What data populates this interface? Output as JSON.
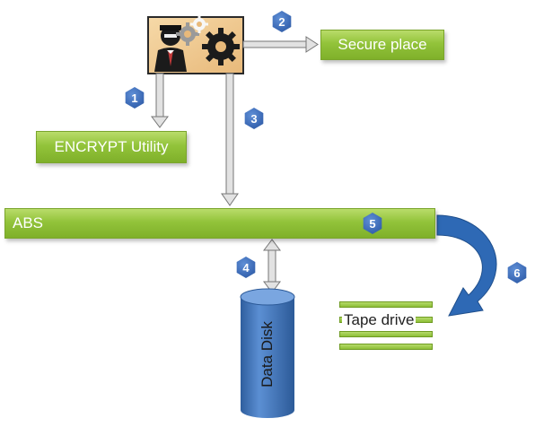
{
  "nodes": {
    "secure_place": "Secure place",
    "encrypt_utility": "ENCRYPT Utility",
    "abs": "ABS",
    "tape_drive": "Tape drive",
    "data_disk": "Data Disk"
  },
  "steps": [
    "1",
    "2",
    "3",
    "4",
    "5",
    "6"
  ],
  "colors": {
    "box_green": "#92c33a",
    "badge_blue": "#3a68b4",
    "disk_blue": "#3f73b8",
    "curved_arrow_blue": "#2e69b5",
    "connector_gray": "#d8d8d8"
  },
  "icons": {
    "operator": "person-with-gears-icon"
  }
}
